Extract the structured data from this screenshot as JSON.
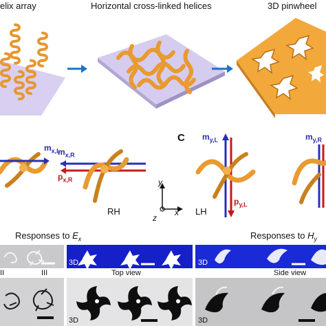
{
  "top_row": {
    "label_left": "elix array",
    "label_middle": "Horizontal cross-linked helices",
    "label_right": "3D pinwheel"
  },
  "middle_row": {
    "panel_letter": "C",
    "m_x_L": "m",
    "m_x_L_sub": "x,L",
    "m_x_R": "m",
    "m_x_R_sub": "x,R",
    "p_x_R": "p",
    "p_x_R_sub": "x,R",
    "rh_label": "RH",
    "lh_label": "LH",
    "m_y_L": "m",
    "m_y_L_sub": "y,L",
    "p_y_L": "p",
    "p_y_L_sub": "y,L",
    "m_y_R": "m",
    "m_y_R_sub": "y,R",
    "axis_y": "y",
    "axis_x": "x",
    "axis_z": "z"
  },
  "responses": {
    "ex_prefix": "Responses to ",
    "ex_symbol": "E",
    "ex_sub": "x",
    "hy_prefix": "Responses to ",
    "hy_symbol": "H",
    "hy_sub": "y"
  },
  "panels": {
    "label_3d_a": "3D",
    "label_3d_b": "3D",
    "label_3d_c": "3D",
    "label_3d_d": "3D",
    "label_ii": "II",
    "label_iii": "III",
    "top_view": "Top view",
    "side_view": "Side view"
  },
  "colors": {
    "helix_gold": "#f0a53a",
    "substrate_lavender": "#d9cff0",
    "arrow_blue": "#1a73c9",
    "field_blue": "#1520c8",
    "m_blue": "#2a2fb8",
    "p_red": "#c41a1a"
  }
}
